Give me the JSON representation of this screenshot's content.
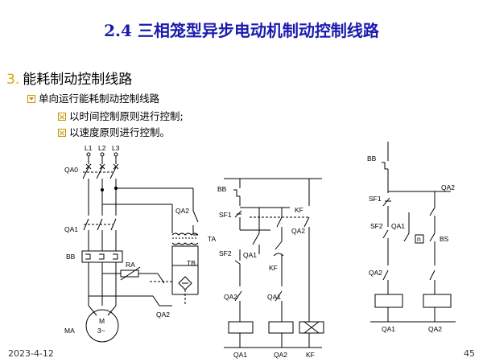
{
  "slide": {
    "title": "2.4 三相笼型异步电动机制动控制线路",
    "section_number": "3.",
    "section_title": "能耗制动控制线路",
    "item": "单向运行能耗制动控制线路",
    "subitems": [
      "以时间控制原则进行控制;",
      "以速度原则进行控制。"
    ],
    "date": "2023-4-12",
    "page": "45"
  },
  "colors": {
    "title": "#1a1ab0",
    "accent": "#d9a400"
  },
  "icons": {
    "item_bullet": "hollow-triangle-box",
    "subitem_bullet": "x-box"
  },
  "diagram_main": {
    "phases": [
      "L1",
      "L2",
      "L3"
    ],
    "labels": {
      "qa0": "QA0",
      "qa1": "QA1",
      "bb": "BB",
      "ra": "RA",
      "qa2_top": "QA2",
      "ta": "TA",
      "tb": "TB",
      "qa2_bottom": "QA2",
      "ma": "MA",
      "motor_line1": "M",
      "motor_line2": "3~"
    }
  },
  "diagram_time": {
    "labels": {
      "bb": "BB",
      "sf1": "SF1",
      "kf_top": "KF",
      "qa2": "QA2",
      "sf2": "SF2",
      "qa1_contact": "QA1",
      "kf_contact": "KF",
      "qa2_nc": "QA2",
      "qa1_nc": "QA1"
    },
    "coils": [
      "QA1",
      "QA2",
      "KF"
    ]
  },
  "diagram_speed": {
    "labels": {
      "bb": "BB",
      "sf1": "SF1",
      "qa2": "QA2",
      "sf2": "SF2",
      "qa1_contact": "QA1",
      "n_symbol": "n",
      "bs": "BS",
      "qa2_nc": "QA2"
    },
    "coils": [
      "QA1",
      "QA2"
    ]
  }
}
